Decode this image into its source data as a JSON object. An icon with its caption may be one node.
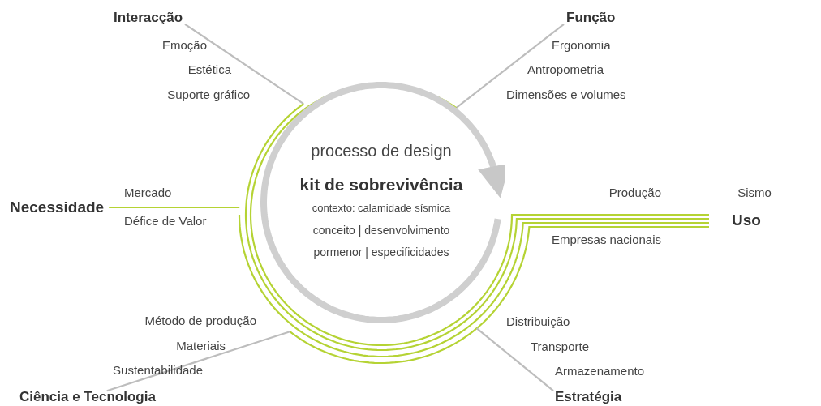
{
  "diagram": {
    "nodes": [
      {
        "text": [
          "Interacção",
          "Emoção",
          "Estética",
          "Suporte gráfico"
        ]
      },
      {
        "text": [
          "Função",
          "Ergonomia",
          "Antropometria",
          "Dimensões e volumes"
        ]
      },
      {
        "text": [
          "processo de design",
          "kit de sobrevivência",
          "contexto: calamidade sísmica",
          "conceito | desenvolvimento",
          "pormenor | especificidades"
        ]
      },
      {
        "text": [
          "Necessidade",
          "Mercado",
          "Défice de Valor"
        ]
      },
      {
        "text": [
          "Sismo",
          "Uso"
        ]
      },
      {
        "text": [
          "Ciência e Tecnologia",
          "Método de produção",
          "Materiais",
          "Sustentabilidade"
        ]
      },
      {
        "text": [
          "Estratégia",
          "Distribuição",
          "Transporte",
          "Armazenamento"
        ]
      }
    ],
    "edges": [
      {
        "from": 0,
        "to": 2,
        "arrow": "none"
      },
      {
        "from": 1,
        "to": 2,
        "arrow": "none"
      },
      {
        "from": 3,
        "to": 2,
        "arrow": "none",
        "color": "#b5d334"
      },
      {
        "from": 4,
        "to": 2,
        "arrow": "none",
        "color": "#b5d334"
      },
      {
        "from": 5,
        "to": 2,
        "arrow": "none"
      },
      {
        "from": 6,
        "to": 2,
        "arrow": "none"
      }
    ],
    "labels": [
      "Produção",
      "Empresas nacionais"
    ]
  }
}
